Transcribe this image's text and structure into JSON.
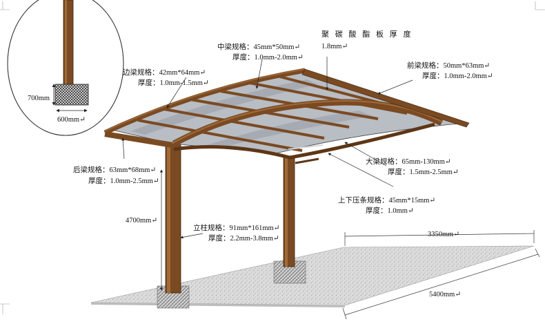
{
  "inset": {
    "height": "700mm",
    "width": "600mm↵"
  },
  "labels": {
    "top_cover": {
      "name": "聚 碳 酸 酯 板 厚 度",
      "value": "1.8mm↵"
    },
    "middle_beam": {
      "spec": "中梁规格：45mm*50mm↵",
      "thick": "厚度：1.0mm-2.0mm↵"
    },
    "side_beam": {
      "spec": "边梁规格：42mm*64mm↵",
      "thick": "厚度：1.0mm-1.5mm↵"
    },
    "front_beam": {
      "spec": "前梁规格：50mm*63mm↵",
      "thick": "厚度：1.0mm-2.0mm↵"
    },
    "rear_beam": {
      "spec": "后梁规格：63mm*68mm↵",
      "thick": "厚度：1.0mm-2.5mm↵"
    },
    "big_beam": {
      "spec": "大梁规格：65mm-130mm↵",
      "thick": "厚度：1.5mm-2.5mm↵"
    },
    "strip": {
      "spec": "上下压条规格：45mm*15mm↵",
      "thick": "厚度：1.0mm↵"
    },
    "column": {
      "spec": "立柱规格：91mm*161mm↵",
      "thick": "厚度：2.2mm-3.8mm↵"
    }
  },
  "dimensions": {
    "height": "4700mm↵",
    "depth": "3350mm↵",
    "length": "5400mm↵"
  },
  "colors": {
    "wood": "#7a4a22",
    "wood_dark": "#4e2c10",
    "panel": "#b9bdc4",
    "ground": "#d6d6d6",
    "footing": "#9a9a9a"
  }
}
